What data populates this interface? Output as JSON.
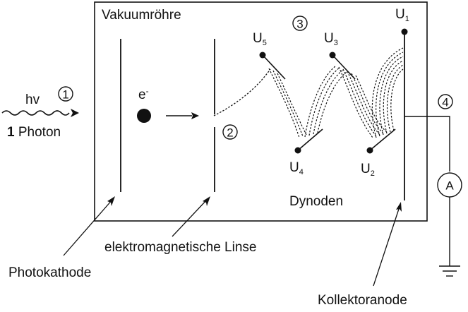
{
  "labels": {
    "tube": "Vakuumröhre",
    "hv": "hv",
    "photon_count": "1",
    "photon_word": " Photon",
    "electron": "e",
    "electron_sup": "-",
    "dynodes": "Dynoden",
    "lens": "elektromagnetische Linse",
    "photocathode": "Photokathode",
    "anode": "Kollektoranode",
    "ammeter": "A"
  },
  "markers": [
    "1",
    "2",
    "3",
    "4"
  ],
  "electrodes": [
    {
      "base": "U",
      "sub": "5"
    },
    {
      "base": "U",
      "sub": "3"
    },
    {
      "base": "U",
      "sub": "1"
    },
    {
      "base": "U",
      "sub": "4"
    },
    {
      "base": "U",
      "sub": "2"
    }
  ],
  "colors": {
    "line": "#111111",
    "background": "#ffffff"
  }
}
